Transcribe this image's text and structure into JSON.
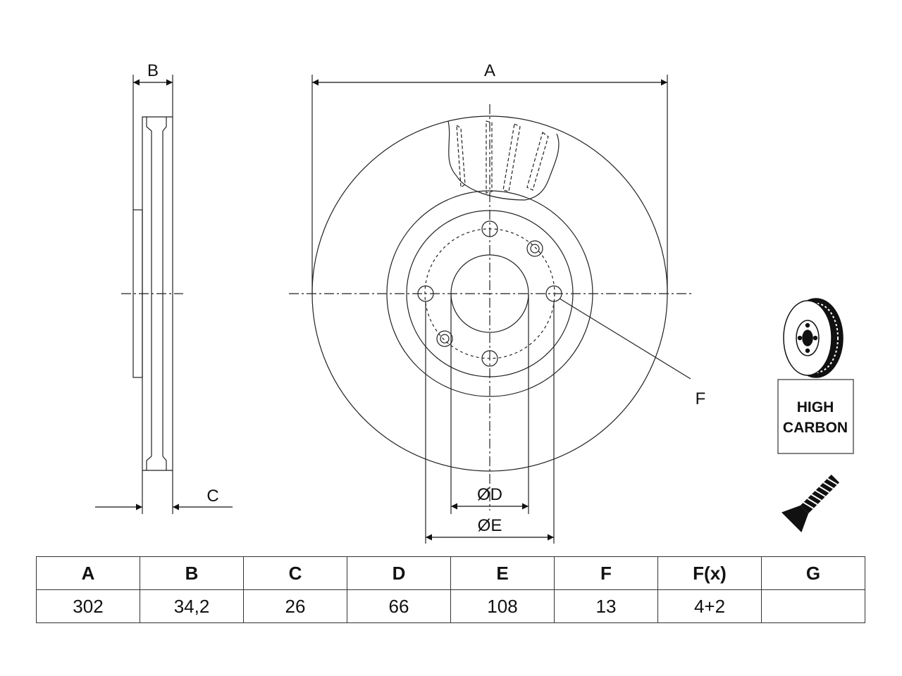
{
  "dimension_labels": {
    "a": "A",
    "b": "B",
    "c": "C",
    "d": "ØD",
    "e": "ØE",
    "f": "F"
  },
  "badge": {
    "line1": "HIGH",
    "line2": "CARBON"
  },
  "table": {
    "headers": [
      "A",
      "B",
      "C",
      "D",
      "E",
      "F",
      "F(x)",
      "G"
    ],
    "values": [
      "302",
      "34,2",
      "26",
      "66",
      "108",
      "13",
      "4+2",
      ""
    ]
  }
}
